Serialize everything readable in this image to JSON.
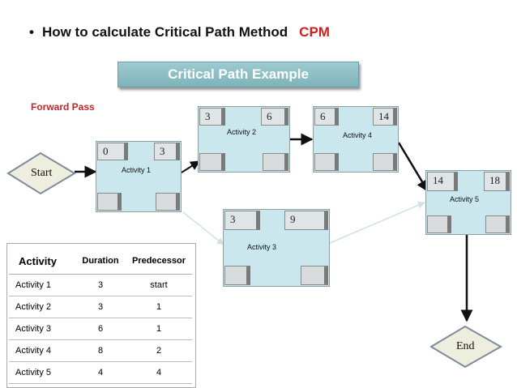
{
  "header": {
    "bullet": "•",
    "title": "How to calculate Critical Path Method",
    "accent": "CPM"
  },
  "banner": "Critical Path Example",
  "section_label": "Forward Pass",
  "start_label": "Start",
  "end_label": "End",
  "nodes": {
    "a1": {
      "label": "Activity 1",
      "es": "0",
      "ef": "3"
    },
    "a2": {
      "label": "Activity 2",
      "es": "3",
      "ef": "6"
    },
    "a3": {
      "label": "Activity 3",
      "es": "3",
      "ef": "9"
    },
    "a4": {
      "label": "Activity 4",
      "es": "6",
      "ef": "14"
    },
    "a5": {
      "label": "Activity 5",
      "es": "14",
      "ef": "18"
    }
  },
  "table": {
    "headers": [
      "Activity",
      "Duration",
      "Predecessor"
    ],
    "rows": [
      [
        "Activity 1",
        "3",
        "start"
      ],
      [
        "Activity 2",
        "3",
        "1"
      ],
      [
        "Activity 3",
        "6",
        "1"
      ],
      [
        "Activity 4",
        "8",
        "2"
      ],
      [
        "Activity 5",
        "4",
        "4"
      ]
    ]
  }
}
